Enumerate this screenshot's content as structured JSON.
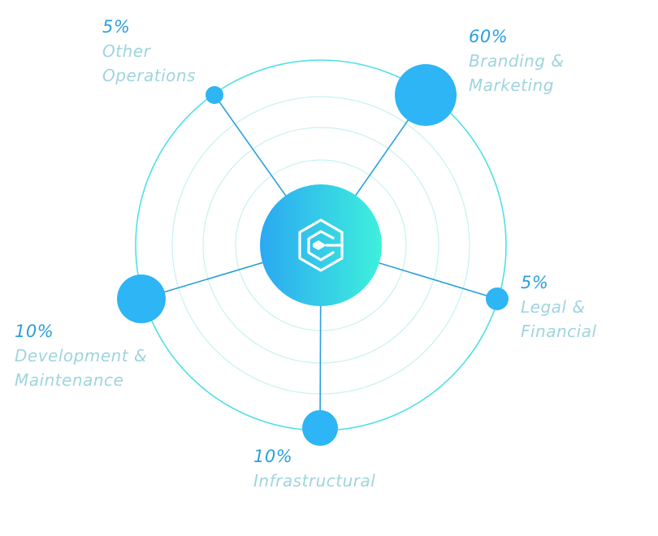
{
  "chart_data": {
    "type": "pie",
    "categories": [
      "Branding & Marketing",
      "Legal & Financial",
      "Infrastructural",
      "Development & Maintenance",
      "Other Operations"
    ],
    "values": [
      60,
      5,
      10,
      10,
      5
    ],
    "percent_labels": [
      "60%",
      "5%",
      "10%",
      "10%",
      "5%"
    ],
    "label_lines": [
      [
        "Branding &",
        "Marketing"
      ],
      [
        "Legal &",
        "Financial"
      ],
      [
        "Infrastructural"
      ],
      [
        "Development &",
        "Maintenance"
      ],
      [
        "Other",
        "Operations"
      ]
    ],
    "colors": {
      "node": "#2db5f5",
      "ring": "#4fe0e6",
      "inner_ring": "#c6f2f0",
      "spoke": "#2a9fdd",
      "center_start": "#2ba8f2",
      "center_end": "#3ef0dc",
      "percent_text": "#2a9fdd",
      "label_text": "#9fd4df"
    },
    "center_icon": "hexagon-logo-icon"
  }
}
